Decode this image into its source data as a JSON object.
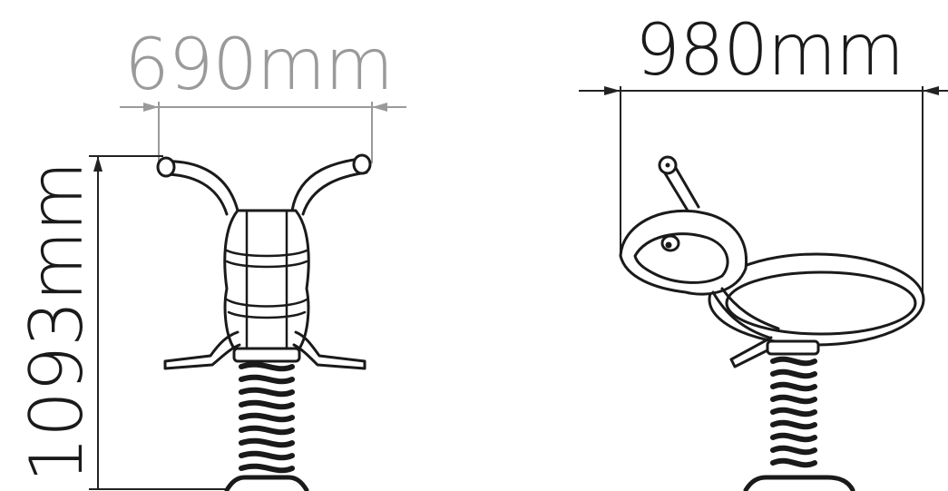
{
  "drawing": {
    "front_view": {
      "width_label": "690mm",
      "height_label": "1093mm"
    },
    "side_view": {
      "length_label": "980mm"
    },
    "colors": {
      "ink": "#1a1a1a",
      "front_dimension": "#9a9a9a",
      "side_dimension": "#222222",
      "background": "#ffffff"
    }
  }
}
